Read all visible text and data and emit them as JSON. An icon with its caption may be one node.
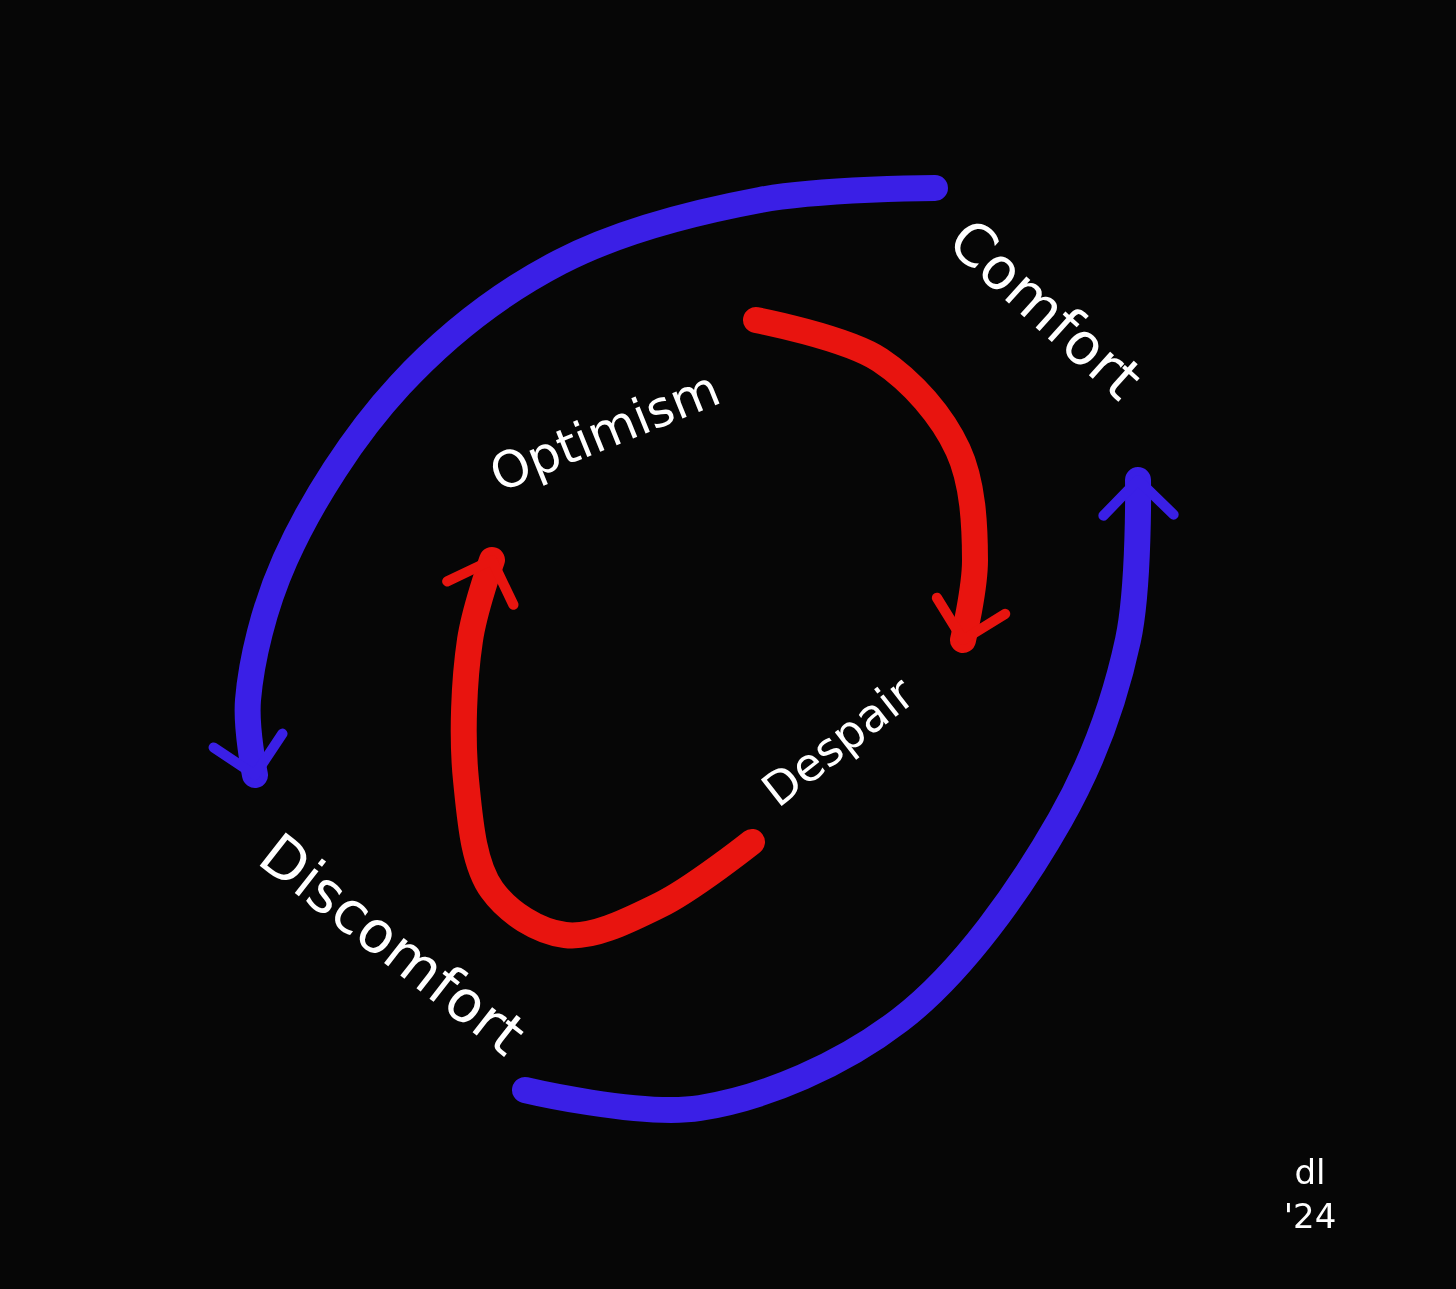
{
  "diagram": {
    "nodes": [
      {
        "text": [
          "Comfort"
        ]
      },
      {
        "text": [
          "Optimism"
        ]
      },
      {
        "text": [
          "Despair"
        ]
      },
      {
        "text": [
          "Discomfort"
        ]
      }
    ],
    "edges": [
      {
        "from": 0,
        "to": 3,
        "arrow": "to",
        "color": "#3a1fe6"
      },
      {
        "from": 3,
        "to": 0,
        "arrow": "to",
        "color": "#3a1fe6"
      },
      {
        "from": 1,
        "to": 2,
        "arrow": "to",
        "color": "#e8140f"
      },
      {
        "from": 2,
        "to": 1,
        "arrow": "to",
        "color": "#e8140f"
      }
    ],
    "labels": [
      "dl '24"
    ]
  }
}
